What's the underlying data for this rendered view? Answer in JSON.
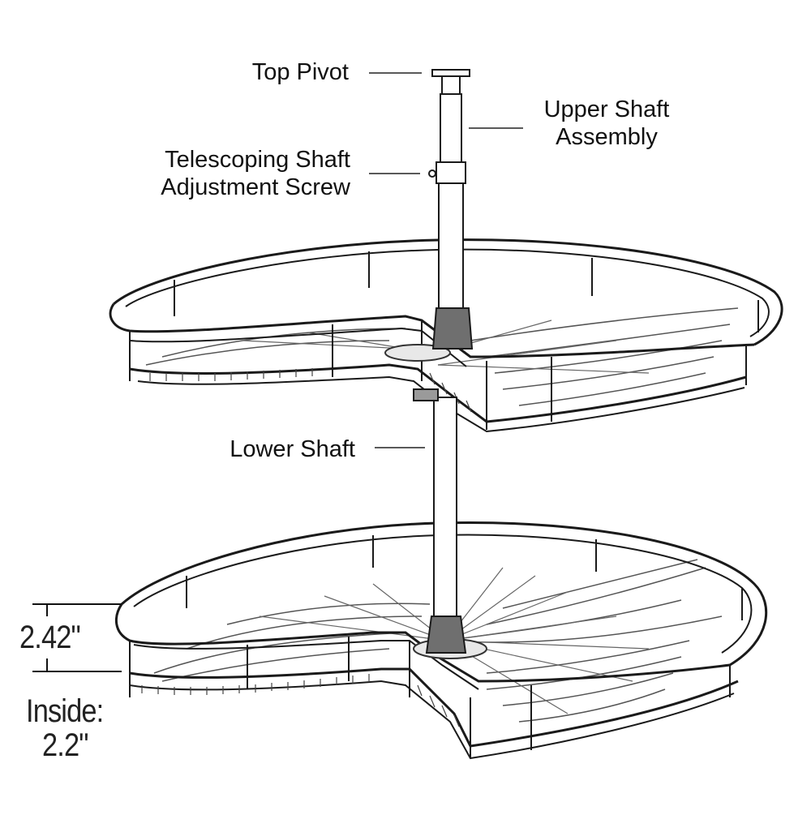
{
  "labels": {
    "top_pivot": "Top Pivot",
    "upper_shaft": [
      "Upper Shaft",
      "Assembly"
    ],
    "telescoping": [
      "Telescoping Shaft",
      "Adjustment Screw"
    ],
    "lower_shaft": "Lower Shaft"
  },
  "dimensions": {
    "outer_height": "2.42\"",
    "inside_label": "Inside:",
    "inside_height": "2.2\""
  },
  "colors": {
    "line": "#1a1a1a",
    "shaft_fill": "#ffffff",
    "base_dark": "#6f6f6f",
    "wire": "#444444"
  }
}
